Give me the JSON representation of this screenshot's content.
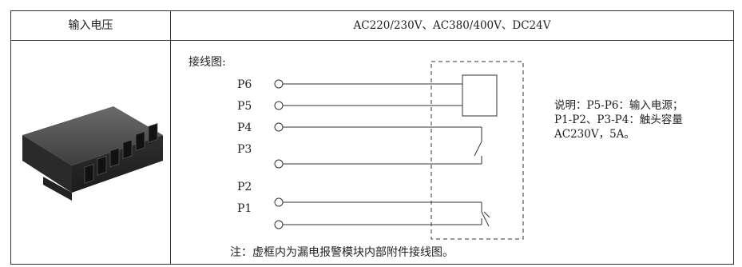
{
  "header": {
    "label": "输入电压",
    "value": "AC220/230V、AC380/400V、DC24V"
  },
  "diagram": {
    "title": "接线图:",
    "pins": [
      "P6",
      "P5",
      "P4",
      "P3",
      "P2",
      "P1"
    ],
    "note": "注：虚框内为漏电报警模块内部附件接线图。",
    "description": [
      "说明：P5-P6：输入电源；",
      "P1-P2、P3-P4：触头容量",
      "AC230V，5A。"
    ]
  },
  "colors": {
    "border": "#333333",
    "device_body": "#3a3a3a"
  }
}
